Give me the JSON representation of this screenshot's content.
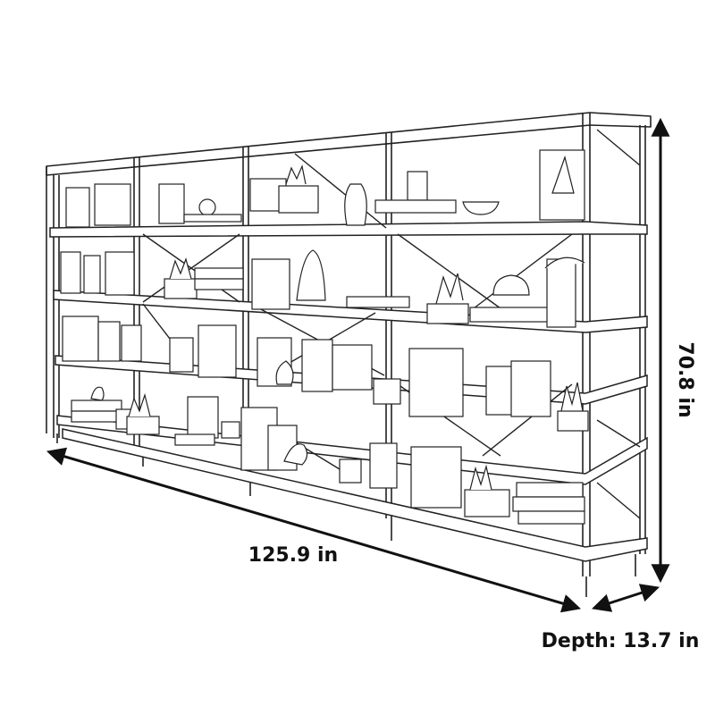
{
  "dimensions": {
    "width": "125.9 in",
    "height": "70.8 in",
    "depth": "Depth: 13.7 in"
  },
  "colors": {
    "line": "#222222",
    "arrow": "#111111",
    "background": "#ffffff"
  }
}
